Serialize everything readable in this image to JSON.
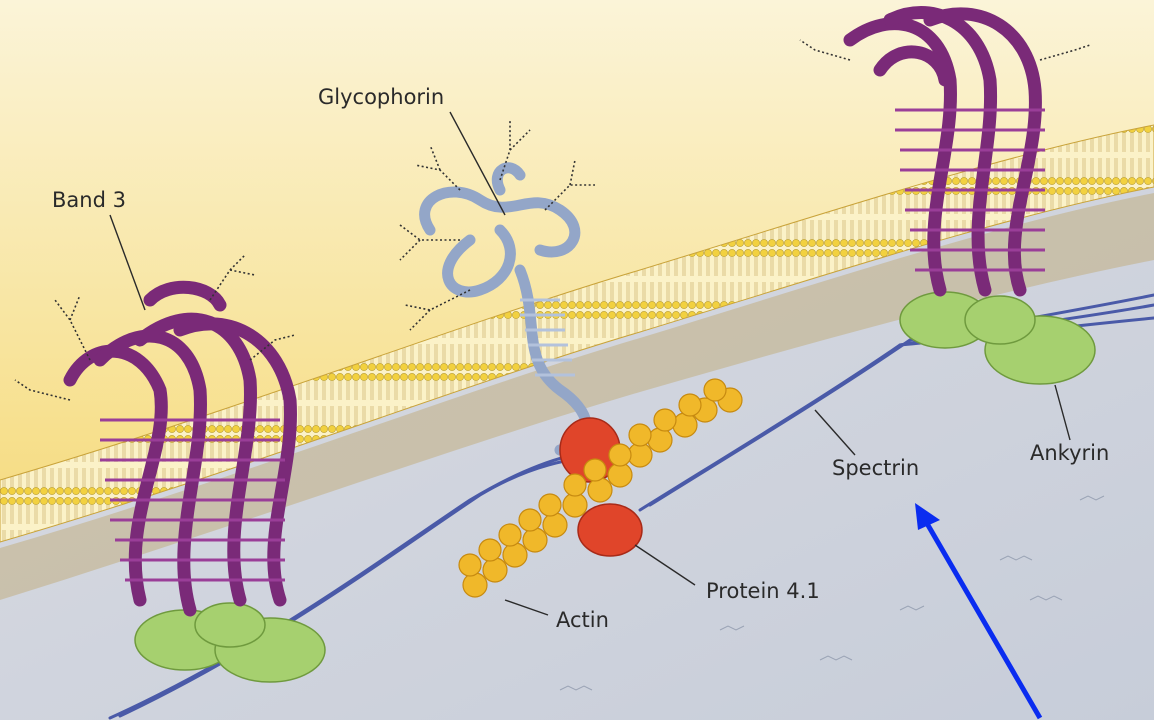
{
  "labels": {
    "glycophorin": "Glycophorin",
    "band3": "Band 3",
    "spectrin": "Spectrin",
    "ankyrin": "Ankyrin",
    "protein41": "Protein 4.1",
    "actin": "Actin"
  },
  "colors": {
    "extracellular": "#f6dc80",
    "cytoplasm": "#cfd4de",
    "lipid_head": "#f2d45a",
    "lipid_tail": "#fbf1c6",
    "band3": "#7a2a78",
    "glycophorin": "#93a6c8",
    "ankyrin": "#9bd06a",
    "protein41": "#e0452a",
    "actin": "#f0b82a",
    "spectrin": "#4a5aa8",
    "arrow": "#0a2cf0"
  }
}
